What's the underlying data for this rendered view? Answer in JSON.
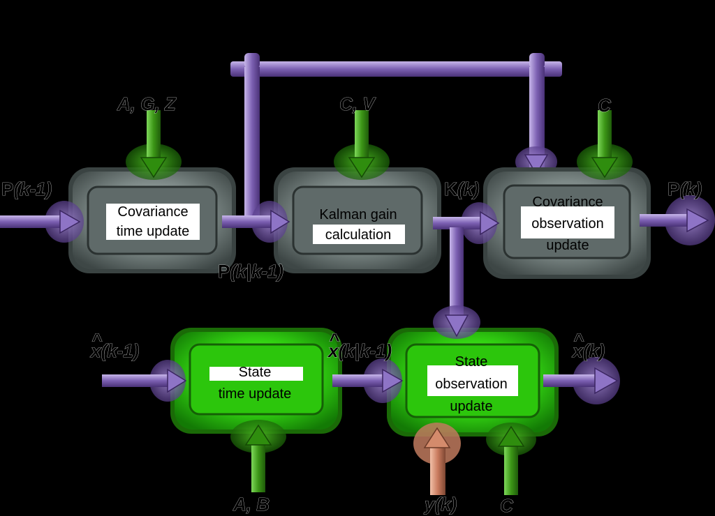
{
  "blocks": {
    "cov_time": {
      "line1": "Covariance",
      "line2": "time update"
    },
    "kalman_gain": {
      "line1": "Kalman gain",
      "line2": "calculation"
    },
    "cov_obs": {
      "line1": "Covariance",
      "line2": "observation",
      "line3": "update"
    },
    "state_time": {
      "line1": "State",
      "line2": "time update"
    },
    "state_obs": {
      "line1": "State",
      "line2": "observation",
      "line3": "update"
    }
  },
  "inputs": {
    "agz": "A, G, Z",
    "cv": "C, V",
    "c_top": "C",
    "ab": "A, B",
    "yk_sym": "y",
    "yk_arg": "(k)",
    "c_bottom": "C"
  },
  "signals": {
    "p_prev_sym": "P",
    "p_prev_arg": "(k-1)",
    "p_pred_sym": "P",
    "p_pred_arg": "(k|k-1)",
    "gain_sym": "K",
    "gain_arg": "(k)",
    "p_out_sym": "P",
    "p_out_arg": "(k)",
    "x_prev_sym": "x",
    "x_prev_arg": "(k-1)",
    "x_pred_sym": "x",
    "x_pred_arg": "(k|k-1)",
    "x_out_sym": "x",
    "x_out_arg": "(k)",
    "hat": "^"
  },
  "colors": {
    "covariance_block": "#6f7a78",
    "state_block": "#2fcf10",
    "signal_arrow": "#7e63b0",
    "parameter_arrow": "#3f9a18",
    "measurement_arrow": "#d0866a",
    "background": "#000000"
  }
}
